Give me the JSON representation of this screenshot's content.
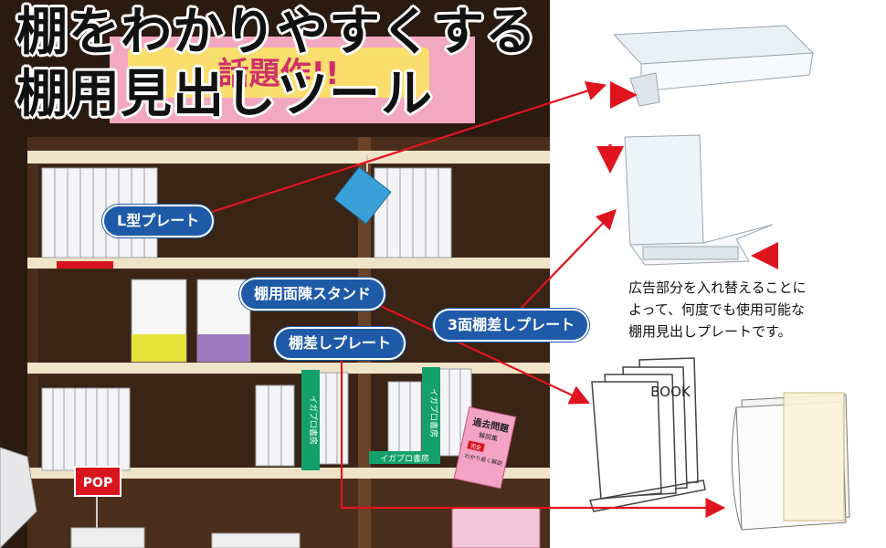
{
  "headline": {
    "line1": "棚をわかりやすくする",
    "line2": "棚用見出しツール"
  },
  "banner_text": "話題作!!",
  "callouts": {
    "l_plate": "L型プレート",
    "stand": "棚用面陳スタンド",
    "three_side": "3面棚差しプレート",
    "tanasashi": "棚差しプレート"
  },
  "description": {
    "lines": [
      "広告部分を入れ替えることに",
      "よって、何度でも使用可能な",
      "棚用見出しプレートです。"
    ]
  },
  "labels": {
    "book": "BOOK",
    "pop": "POP",
    "plate_vertical": "イガプロ書房",
    "plate_base": "イガプロ書房",
    "pink_title": "過去問題",
    "pink_sub": "解説集",
    "pink_tag": "完全",
    "pink_small": "わかり易く解説"
  },
  "colors": {
    "callout_bg": "#1f5aa8",
    "arrow": "#e0141e",
    "shelf_wood": "#5a3a22",
    "shelf_back": "#3a2416",
    "plate_green": "#14a06a",
    "pop_red": "#d8141e"
  }
}
